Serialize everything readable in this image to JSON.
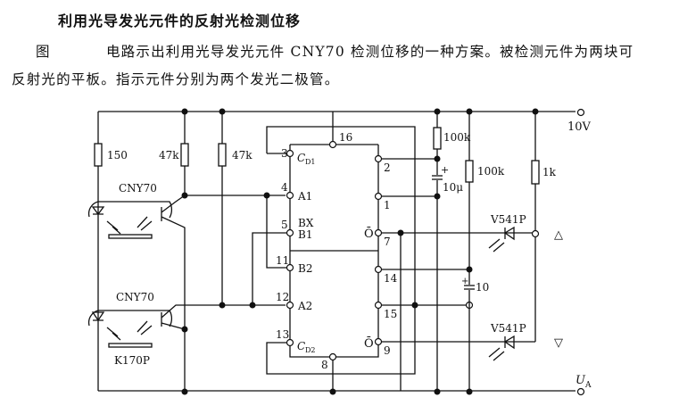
{
  "document": {
    "title": "利用光导发光元件的反射光检测位移",
    "paragraph_line1_a": "图",
    "paragraph_line1_b": "电路示出利用光导发光元件 CNY70 检测位移的一种方案。被检测元件为两块可",
    "paragraph_line2": "反射光的平板。指示元件分别为两个发光二极管。"
  },
  "circuit": {
    "supply_label": "10V",
    "output_label": "U",
    "output_subscript": "A",
    "resistors": [
      {
        "id": "r150",
        "value": "150"
      },
      {
        "id": "r47k_1",
        "value": "47k"
      },
      {
        "id": "r47k_2",
        "value": "47k"
      },
      {
        "id": "r100k_1",
        "value": "100k"
      },
      {
        "id": "r100k_2",
        "value": "100k"
      },
      {
        "id": "r1k",
        "value": "1k"
      }
    ],
    "capacitors": [
      {
        "id": "c1",
        "value": "10μ",
        "polarity": "+"
      },
      {
        "id": "c2",
        "value": "10",
        "polarity": "+"
      }
    ],
    "sensors": [
      {
        "id": "s1",
        "label": "CNY70"
      },
      {
        "id": "s2",
        "label": "CNY70",
        "reflector_label": "K170P"
      }
    ],
    "leds": [
      {
        "id": "led1",
        "label": "V541P",
        "indicator": "△"
      },
      {
        "id": "led2",
        "label": "V541P",
        "indicator": "▽"
      }
    ],
    "ic": {
      "left_pins": [
        {
          "num": "3",
          "name": "C",
          "sub": "D1"
        },
        {
          "num": "4",
          "name": "A1"
        },
        {
          "num": "5",
          "name": "BX",
          "name2": "B1"
        },
        {
          "num": "11",
          "name": "B2"
        },
        {
          "num": "12",
          "name": "A2"
        },
        {
          "num": "13",
          "name": "C",
          "sub": "D2"
        }
      ],
      "right_pins": [
        {
          "num": "2"
        },
        {
          "num": "1"
        },
        {
          "num": "7",
          "name": "Ō"
        },
        {
          "num": "14"
        },
        {
          "num": "15"
        },
        {
          "num": "9",
          "name": "Ō"
        }
      ],
      "top_pin": "16",
      "bottom_pin": "8"
    }
  }
}
